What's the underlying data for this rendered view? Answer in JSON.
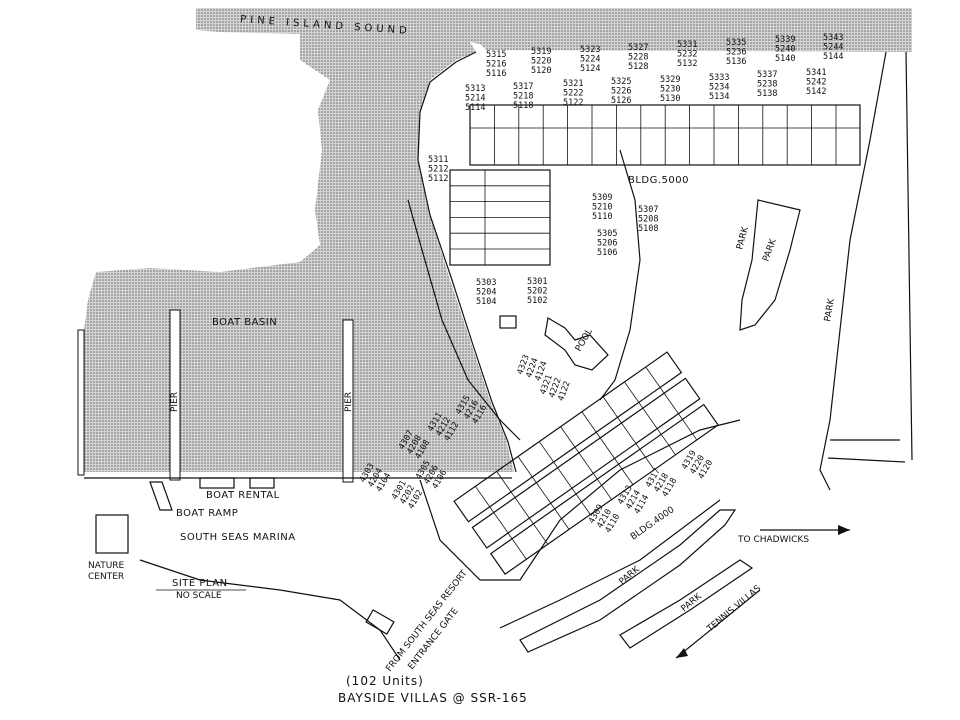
{
  "water": {
    "sound_label": "PINE ISLAND SOUND",
    "basin_label": "BOAT BASIN",
    "pier_label": "PIER"
  },
  "labels": {
    "pool": "POOL",
    "bldg5000": "BLDG.5000",
    "bldg4000": "BLDG.4000",
    "park": "PARK",
    "boat_rental": "BOAT RENTAL",
    "boat_ramp": "BOAT RAMP",
    "marina": "SOUTH SEAS MARINA",
    "nature_center_1": "NATURE",
    "nature_center_2": "CENTER",
    "site_plan": "SITE PLAN",
    "no_scale": "NO SCALE",
    "to_chadwicks": "TO CHADWICKS",
    "tennis_villas": "TENNIS VILLAS",
    "entrance_1": "FROM SOUTH SEAS RESORT",
    "entrance_2": "ENTRANCE GATE"
  },
  "title": {
    "units": "(102 Units)",
    "name": "BAYSIDE VILLAS @ SSR-165"
  },
  "units": {
    "bldg5000_top": [
      [
        "5315",
        "5216",
        "5116"
      ],
      [
        "5319",
        "5220",
        "5120"
      ],
      [
        "5323",
        "5224",
        "5124"
      ],
      [
        "5327",
        "5228",
        "5128"
      ],
      [
        "5331",
        "5232",
        "5132"
      ],
      [
        "5335",
        "5236",
        "5136"
      ],
      [
        "5339",
        "5240",
        "5140"
      ],
      [
        "5343",
        "5244",
        "5144"
      ]
    ],
    "bldg5000_mid": [
      [
        "5313",
        "5214",
        "5114"
      ],
      [
        "5317",
        "5218",
        "5118"
      ],
      [
        "5321",
        "5222",
        "5122"
      ],
      [
        "5325",
        "5226",
        "5126"
      ],
      [
        "5329",
        "5230",
        "5130"
      ],
      [
        "5333",
        "5234",
        "5134"
      ],
      [
        "5337",
        "5238",
        "5138"
      ],
      [
        "5341",
        "5242",
        "5142"
      ]
    ],
    "bldg5000_left": [
      [
        "5311",
        "5212",
        "5112"
      ]
    ],
    "bldg5000_right": [
      [
        "5309",
        "5210",
        "5110"
      ],
      [
        "5307",
        "5208",
        "5108"
      ],
      [
        "5305",
        "5206",
        "5106"
      ]
    ],
    "bldg5000_bottom": [
      [
        "5303",
        "5204",
        "5104"
      ],
      [
        "5301",
        "5202",
        "5102"
      ]
    ],
    "bldg4000_upper": [
      [
        "4323",
        "4224",
        "4124"
      ],
      [
        "4321",
        "4222",
        "4122"
      ]
    ],
    "bldg4000_middle": [
      [
        "4315",
        "4216",
        "4116"
      ],
      [
        "4311",
        "4212",
        "4112"
      ],
      [
        "4307",
        "4208",
        "4108"
      ]
    ],
    "bldg4000_lower": [
      [
        "4305",
        "4206",
        "4106"
      ],
      [
        "4303",
        "4204",
        "4104"
      ],
      [
        "4301",
        "4202",
        "4102"
      ]
    ],
    "bldg4000_bottom": [
      [
        "4309",
        "4210",
        "4110"
      ],
      [
        "4313",
        "4214",
        "4114"
      ],
      [
        "4317",
        "4218",
        "4118"
      ],
      [
        "4319",
        "4220",
        "4120"
      ]
    ]
  }
}
